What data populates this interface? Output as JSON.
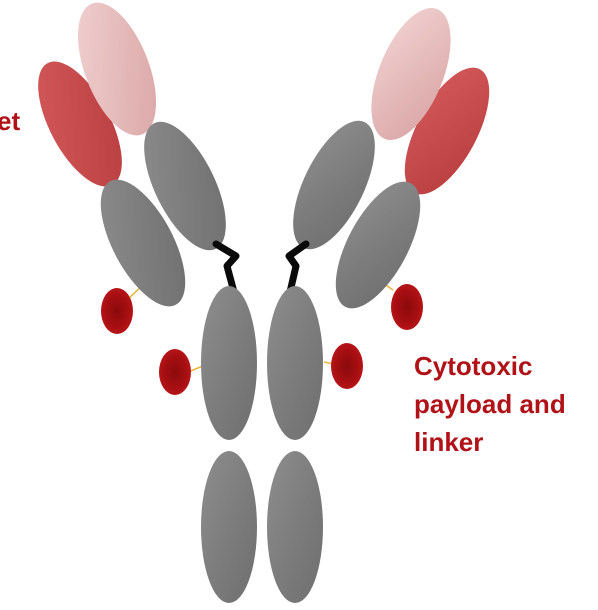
{
  "labels": {
    "target_partial": "et",
    "payload_line1": "Cytotoxic",
    "payload_line2": "payload and",
    "payload_line3": "linker"
  },
  "colors": {
    "heavy_chain": "#808080",
    "light_variable": "#c84a4c",
    "heavy_variable": "#e6b6b6",
    "payload": "#a40d0f",
    "linker": "#e8b43a",
    "hinge": "#0a0a0a",
    "label": "#b01217"
  },
  "icons": {
    "payload_marker": "red-drop-icon"
  }
}
